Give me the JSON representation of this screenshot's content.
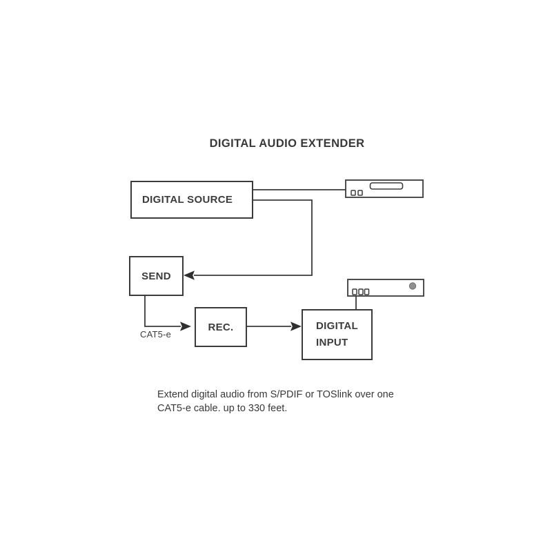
{
  "title": "DIGITAL AUDIO EXTENDER",
  "nodes": {
    "digital_source": {
      "label": "DIGITAL SOURCE"
    },
    "send": {
      "label": "SEND"
    },
    "rec": {
      "label": "REC."
    },
    "digital_input": {
      "label_line1": "DIGITAL",
      "label_line2": "INPUT"
    }
  },
  "labels": {
    "cable": "CAT5-e"
  },
  "caption": {
    "line1": "Extend digital audio from S/PDIF or TOSlink over one",
    "line2": "CAT5-e cable. up to 330 feet."
  },
  "icons": {
    "source_device": "cd-player-icon",
    "destination_device": "av-receiver-icon"
  },
  "colors": {
    "stroke": "#3a3a3a",
    "text": "#3a3a3a",
    "background": "#ffffff",
    "receiver_knob": "#8f8f8f"
  }
}
